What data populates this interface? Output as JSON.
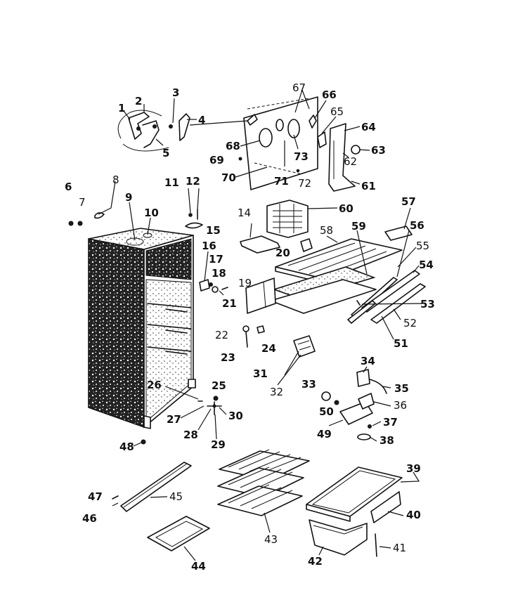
{
  "diagram": {
    "part_labels": [
      {
        "id": "1",
        "text": "1"
      },
      {
        "id": "2",
        "text": "2"
      },
      {
        "id": "3",
        "text": "3"
      },
      {
        "id": "4",
        "text": "4"
      },
      {
        "id": "5",
        "text": "5"
      },
      {
        "id": "6",
        "text": "6"
      },
      {
        "id": "7",
        "text": "7"
      },
      {
        "id": "8",
        "text": "8"
      },
      {
        "id": "9",
        "text": "9"
      },
      {
        "id": "10",
        "text": "10"
      },
      {
        "id": "11",
        "text": "11"
      },
      {
        "id": "12",
        "text": "12"
      },
      {
        "id": "14",
        "text": "14"
      },
      {
        "id": "15",
        "text": "15"
      },
      {
        "id": "16",
        "text": "16"
      },
      {
        "id": "17",
        "text": "17"
      },
      {
        "id": "18",
        "text": "18"
      },
      {
        "id": "19",
        "text": "19"
      },
      {
        "id": "20",
        "text": "20"
      },
      {
        "id": "21",
        "text": "21"
      },
      {
        "id": "22",
        "text": "22"
      },
      {
        "id": "23",
        "text": "23"
      },
      {
        "id": "24",
        "text": "24"
      },
      {
        "id": "25",
        "text": "25"
      },
      {
        "id": "26",
        "text": "26"
      },
      {
        "id": "27",
        "text": "27"
      },
      {
        "id": "28",
        "text": "28"
      },
      {
        "id": "29",
        "text": "29"
      },
      {
        "id": "30",
        "text": "30"
      },
      {
        "id": "31",
        "text": "31"
      },
      {
        "id": "32",
        "text": "32"
      },
      {
        "id": "33",
        "text": "33"
      },
      {
        "id": "34",
        "text": "34"
      },
      {
        "id": "35",
        "text": "35"
      },
      {
        "id": "36",
        "text": "36"
      },
      {
        "id": "37",
        "text": "37"
      },
      {
        "id": "38",
        "text": "38"
      },
      {
        "id": "39",
        "text": "39"
      },
      {
        "id": "40",
        "text": "40"
      },
      {
        "id": "41",
        "text": "41"
      },
      {
        "id": "42",
        "text": "42"
      },
      {
        "id": "43",
        "text": "43"
      },
      {
        "id": "44",
        "text": "44"
      },
      {
        "id": "45",
        "text": "45"
      },
      {
        "id": "46",
        "text": "46"
      },
      {
        "id": "47",
        "text": "47"
      },
      {
        "id": "48",
        "text": "48"
      },
      {
        "id": "49",
        "text": "49"
      },
      {
        "id": "50",
        "text": "50"
      },
      {
        "id": "51",
        "text": "51"
      },
      {
        "id": "52",
        "text": "52"
      },
      {
        "id": "53",
        "text": "53"
      },
      {
        "id": "54",
        "text": "54"
      },
      {
        "id": "55",
        "text": "55"
      },
      {
        "id": "56",
        "text": "56"
      },
      {
        "id": "57",
        "text": "57"
      },
      {
        "id": "58",
        "text": "58"
      },
      {
        "id": "59",
        "text": "59"
      },
      {
        "id": "60",
        "text": "60"
      },
      {
        "id": "61",
        "text": "61"
      },
      {
        "id": "62",
        "text": "62"
      },
      {
        "id": "63",
        "text": "63"
      },
      {
        "id": "64",
        "text": "64"
      },
      {
        "id": "65",
        "text": "65"
      },
      {
        "id": "66",
        "text": "66"
      },
      {
        "id": "67",
        "text": "67"
      },
      {
        "id": "68",
        "text": "68"
      },
      {
        "id": "69",
        "text": "69"
      },
      {
        "id": "70",
        "text": "70"
      },
      {
        "id": "71",
        "text": "71"
      },
      {
        "id": "72",
        "text": "72"
      },
      {
        "id": "73",
        "text": "73"
      }
    ]
  }
}
